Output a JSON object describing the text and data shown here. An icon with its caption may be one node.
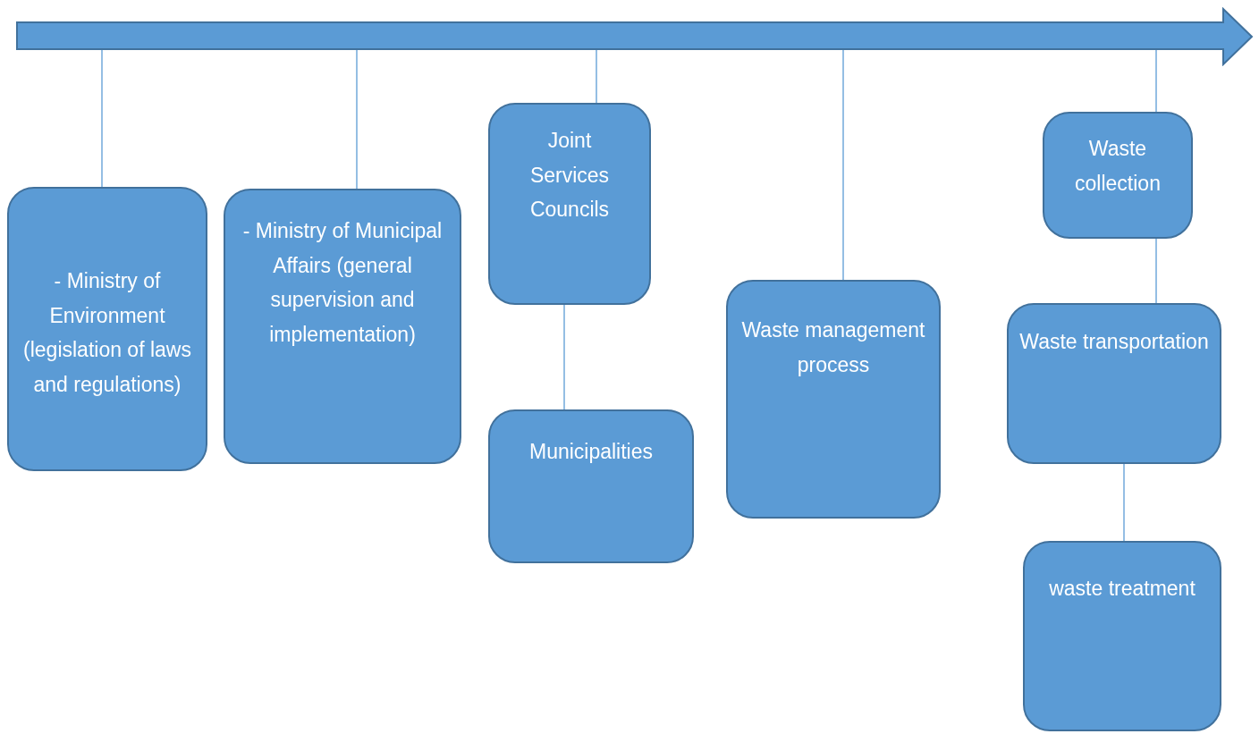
{
  "diagram": {
    "nodes": [
      {
        "text": [],
        "shape": "arrow"
      },
      {
        "text": [
          "- Ministry of Environment (legislation of laws and regulations)"
        ]
      },
      {
        "text": [
          "- Ministry of Municipal Affairs (general supervision and implementation)"
        ]
      },
      {
        "text": [
          "Joint Services Councils"
        ]
      },
      {
        "text": [
          "Municipalities"
        ]
      },
      {
        "text": [
          "Waste management process"
        ]
      },
      {
        "text": [
          "Waste collection"
        ]
      },
      {
        "text": [
          "Waste transportation"
        ]
      },
      {
        "text": [
          "waste treatment"
        ]
      }
    ],
    "edges": [
      {
        "from": 0,
        "to": 1,
        "arrow": "none"
      },
      {
        "from": 0,
        "to": 2,
        "arrow": "none"
      },
      {
        "from": 0,
        "to": 3,
        "arrow": "none"
      },
      {
        "from": 3,
        "to": 4,
        "arrow": "none"
      },
      {
        "from": 0,
        "to": 5,
        "arrow": "none"
      },
      {
        "from": 0,
        "to": 6,
        "arrow": "none"
      },
      {
        "from": 6,
        "to": 7,
        "arrow": "none"
      },
      {
        "from": 7,
        "to": 8,
        "arrow": "none"
      }
    ]
  }
}
